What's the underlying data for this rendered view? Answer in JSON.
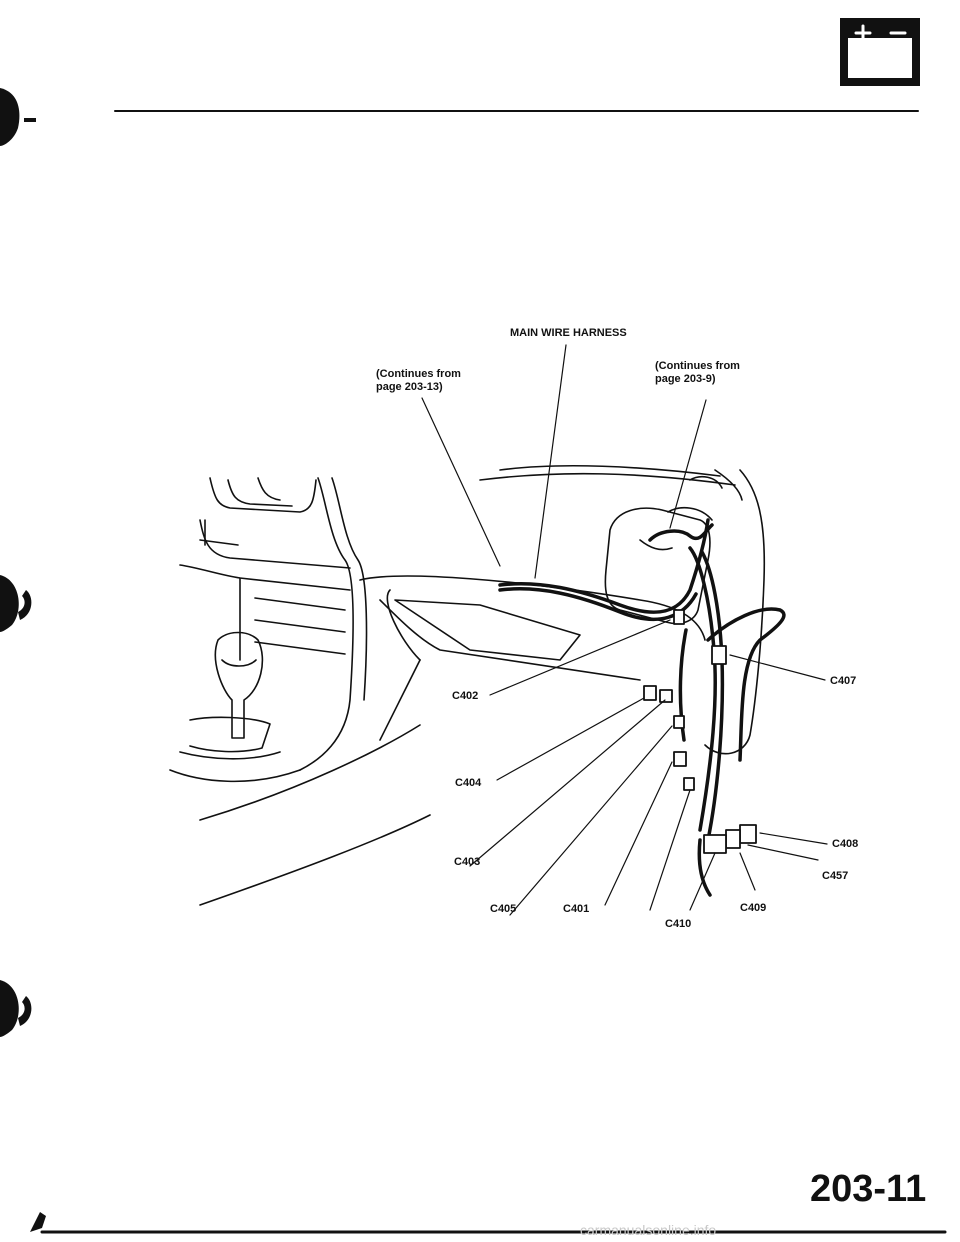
{
  "header": {
    "battery_icon": "battery-icon"
  },
  "diagram": {
    "harness_label": "MAIN WIRE HARNESS",
    "continues_left": "(Continues from\npage 203-13)",
    "continues_right": "(Continues from\npage 203-9)",
    "connectors": {
      "c402": "C402",
      "c404": "C404",
      "c403": "C403",
      "c405": "C405",
      "c401": "C401",
      "c407": "C407",
      "c408": "C408",
      "c457": "C457",
      "c409": "C409",
      "c410": "C410"
    }
  },
  "footer": {
    "page_number": "203-11",
    "url": "carmanualsonline.info"
  }
}
